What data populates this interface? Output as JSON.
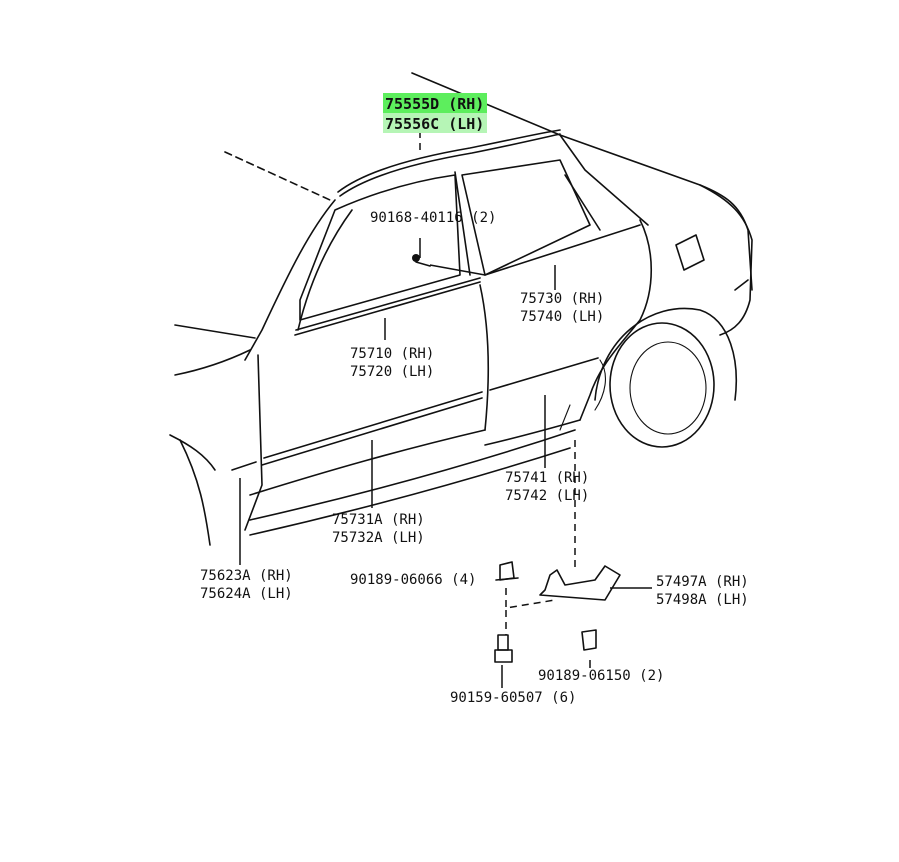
{
  "highlight": {
    "primary": "#5dee5d",
    "secondary": "#b6f5b6"
  },
  "parts": {
    "roof_molding": {
      "rh": "75555D (RH)",
      "lh": "75556C (LH)"
    },
    "clip_top": "90168-40116 (2)",
    "rear_belt": {
      "rh": "75730 (RH)",
      "lh": "75740 (LH)"
    },
    "front_belt": {
      "rh": "75710 (RH)",
      "lh": "75720 (LH)"
    },
    "rear_door_molding": {
      "rh": "75741 (RH)",
      "lh": "75742 (LH)"
    },
    "front_door_molding": {
      "rh": "75731A (RH)",
      "lh": "75732A (LH)"
    },
    "fender_molding": {
      "rh": "75623A (RH)",
      "lh": "75624A (LH)"
    },
    "clip_a": "90189-06066 (4)",
    "bracket": {
      "rh": "57497A (RH)",
      "lh": "57498A (LH)"
    },
    "clip_b": "90189-06150 (2)",
    "screw": "90159-60507 (6)"
  }
}
